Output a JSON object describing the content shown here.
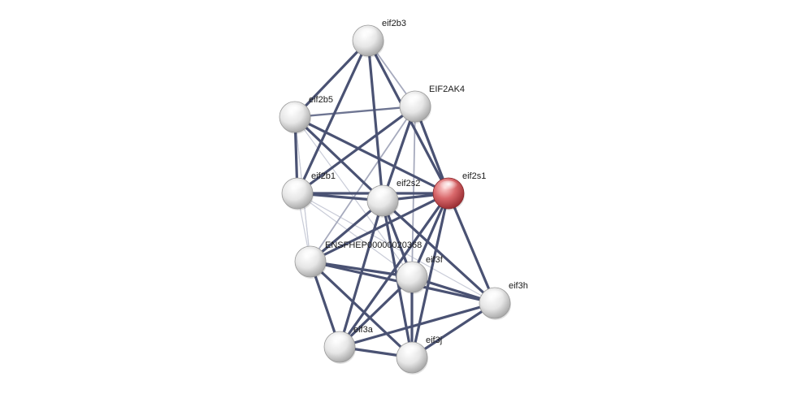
{
  "network": {
    "nodes": [
      {
        "id": "eif2b3",
        "label": "eif2b3",
        "query": false
      },
      {
        "id": "EIF2AK4",
        "label": "EIF2AK4",
        "query": false
      },
      {
        "id": "eif2b5",
        "label": "eif2b5",
        "query": false
      },
      {
        "id": "eif2b1",
        "label": "eif2b1",
        "query": false
      },
      {
        "id": "eif2s2",
        "label": "eif2s2",
        "query": false
      },
      {
        "id": "eif2s1",
        "label": "eif2s1",
        "query": true
      },
      {
        "id": "ENSFHEP00000020368",
        "label": "ENSFHEP00000020368",
        "query": false
      },
      {
        "id": "eif3f",
        "label": "eif3f",
        "query": false
      },
      {
        "id": "eif3h",
        "label": "eif3h",
        "query": false
      },
      {
        "id": "eif3a",
        "label": "eif3a",
        "query": false
      },
      {
        "id": "eif3j",
        "label": "eif3j",
        "query": false
      }
    ],
    "edges": [
      {
        "source": "eif2b3",
        "target": "eif2b5",
        "weight": "strong"
      },
      {
        "source": "eif2b3",
        "target": "EIF2AK4",
        "weight": "light"
      },
      {
        "source": "eif2b3",
        "target": "eif2b1",
        "weight": "strong"
      },
      {
        "source": "eif2b3",
        "target": "eif2s2",
        "weight": "strong"
      },
      {
        "source": "eif2b3",
        "target": "eif2s1",
        "weight": "strong"
      },
      {
        "source": "eif2b5",
        "target": "EIF2AK4",
        "weight": "medium"
      },
      {
        "source": "eif2b5",
        "target": "eif2b1",
        "weight": "strong"
      },
      {
        "source": "eif2b5",
        "target": "eif2s2",
        "weight": "strong"
      },
      {
        "source": "eif2b5",
        "target": "eif2s1",
        "weight": "strong"
      },
      {
        "source": "eif2b5",
        "target": "eif3f",
        "weight": "faint"
      },
      {
        "source": "eif2b5",
        "target": "ENSFHEP00000020368",
        "weight": "faint"
      },
      {
        "source": "EIF2AK4",
        "target": "eif2b1",
        "weight": "strong"
      },
      {
        "source": "EIF2AK4",
        "target": "eif2s2",
        "weight": "strong"
      },
      {
        "source": "EIF2AK4",
        "target": "eif2s1",
        "weight": "strong"
      },
      {
        "source": "EIF2AK4",
        "target": "ENSFHEP00000020368",
        "weight": "light"
      },
      {
        "source": "EIF2AK4",
        "target": "eif3f",
        "weight": "light"
      },
      {
        "source": "eif2b1",
        "target": "eif2s2",
        "weight": "strong"
      },
      {
        "source": "eif2b1",
        "target": "eif2s1",
        "weight": "strong"
      },
      {
        "source": "eif2b1",
        "target": "ENSFHEP00000020368",
        "weight": "faint"
      },
      {
        "source": "eif2b1",
        "target": "eif3f",
        "weight": "faint"
      },
      {
        "source": "eif2b1",
        "target": "eif3h",
        "weight": "faint"
      },
      {
        "source": "eif2s2",
        "target": "eif2s1",
        "weight": "strong"
      },
      {
        "source": "eif2s2",
        "target": "ENSFHEP00000020368",
        "weight": "strong"
      },
      {
        "source": "eif2s2",
        "target": "eif3f",
        "weight": "strong"
      },
      {
        "source": "eif2s2",
        "target": "eif3h",
        "weight": "strong"
      },
      {
        "source": "eif2s2",
        "target": "eif3a",
        "weight": "strong"
      },
      {
        "source": "eif2s2",
        "target": "eif3j",
        "weight": "strong"
      },
      {
        "source": "eif2s1",
        "target": "ENSFHEP00000020368",
        "weight": "strong"
      },
      {
        "source": "eif2s1",
        "target": "eif3f",
        "weight": "strong"
      },
      {
        "source": "eif2s1",
        "target": "eif3h",
        "weight": "strong"
      },
      {
        "source": "eif2s1",
        "target": "eif3a",
        "weight": "strong"
      },
      {
        "source": "eif2s1",
        "target": "eif3j",
        "weight": "strong"
      },
      {
        "source": "ENSFHEP00000020368",
        "target": "eif3f",
        "weight": "strong"
      },
      {
        "source": "ENSFHEP00000020368",
        "target": "eif3h",
        "weight": "strong"
      },
      {
        "source": "ENSFHEP00000020368",
        "target": "eif3a",
        "weight": "strong"
      },
      {
        "source": "ENSFHEP00000020368",
        "target": "eif3j",
        "weight": "strong"
      },
      {
        "source": "ENSFHEP00000020368",
        "target": "eif2b5",
        "weight": "faint"
      },
      {
        "source": "eif3f",
        "target": "eif3h",
        "weight": "strong"
      },
      {
        "source": "eif3f",
        "target": "eif3a",
        "weight": "strong"
      },
      {
        "source": "eif3f",
        "target": "eif3j",
        "weight": "strong"
      },
      {
        "source": "eif3h",
        "target": "eif3a",
        "weight": "strong"
      },
      {
        "source": "eif3h",
        "target": "eif3j",
        "weight": "strong"
      },
      {
        "source": "eif3a",
        "target": "eif3j",
        "weight": "strong"
      }
    ],
    "colors": {
      "edge_strong": "#4a5273",
      "edge_medium": "#6e7592",
      "edge_light": "#a6aabd",
      "edge_faint": "#c9ccd8",
      "node_default": "#e4e4e4",
      "node_query": "#d96a6d",
      "label": "#1a1a1a"
    }
  }
}
